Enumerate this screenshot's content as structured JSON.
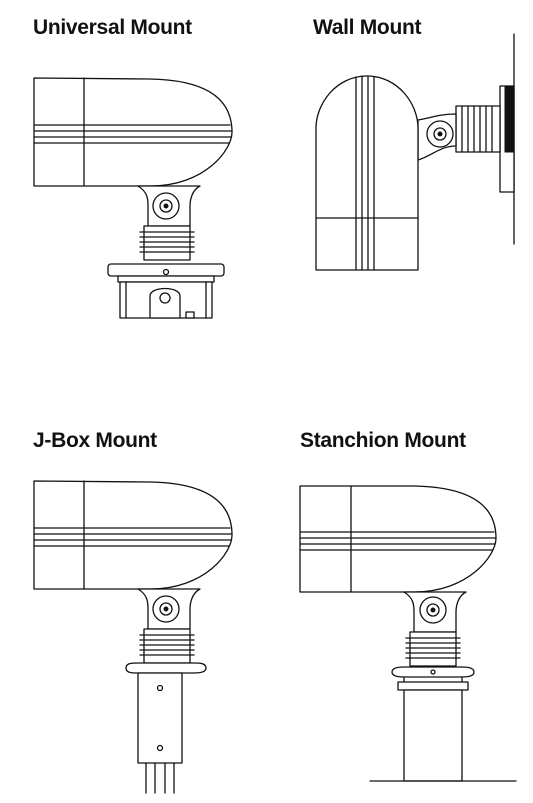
{
  "figures": [
    {
      "title": "Universal Mount",
      "mount": "universal"
    },
    {
      "title": "Wall Mount",
      "mount": "wall"
    },
    {
      "title": "J-Box Mount",
      "mount": "jbox"
    },
    {
      "title": "Stanchion Mount",
      "mount": "stanchion"
    }
  ]
}
